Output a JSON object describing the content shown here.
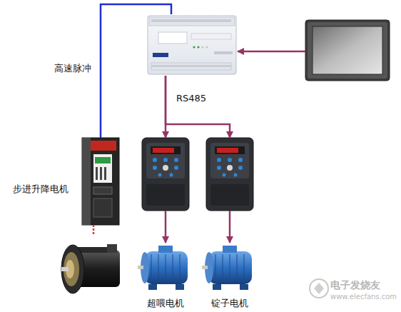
{
  "diagram": {
    "nodes": [
      {
        "text": []
      },
      {
        "text": []
      },
      {
        "text": [
          "步进升降电机"
        ]
      },
      {
        "text": []
      },
      {
        "text": []
      },
      {
        "text": []
      },
      {
        "text": [
          "超喂电机"
        ]
      },
      {
        "text": [
          "锭子电机"
        ]
      }
    ],
    "edges": [
      {
        "from": 1,
        "to": 0,
        "arrow": "to"
      },
      {
        "from": 0,
        "to": 2,
        "label": "高速脉冲",
        "arrow": "none"
      },
      {
        "from": 0,
        "to": 3,
        "label": "RS485",
        "arrow": "to"
      },
      {
        "from": 0,
        "to": 4,
        "arrow": "to"
      },
      {
        "from": 3,
        "to": 6,
        "arrow": "to"
      },
      {
        "from": 4,
        "to": 7,
        "arrow": "to"
      },
      {
        "from": 2,
        "to": 5,
        "arrow": "none"
      }
    ],
    "labels": [
      "电子发烧友",
      "www.elecfans.com"
    ]
  }
}
